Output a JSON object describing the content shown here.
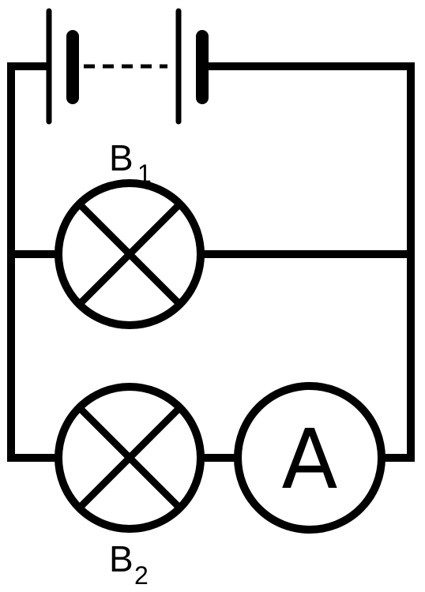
{
  "labels": {
    "lamp1_main": "B",
    "lamp1_sub": "1",
    "lamp2_main": "B",
    "lamp2_sub": "2",
    "ammeter_letter": "A"
  },
  "components": {
    "battery": "battery-of-cells",
    "lamp1": "lamp-cross-symbol",
    "lamp2": "lamp-cross-symbol",
    "ammeter": "ammeter-symbol"
  }
}
